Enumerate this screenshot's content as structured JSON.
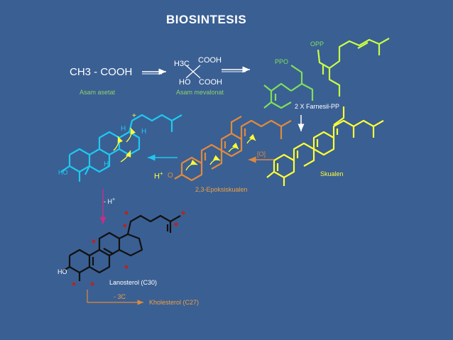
{
  "title": "BIOSINTESIS",
  "colors": {
    "background": "#3a5f93",
    "white": "#ffffff",
    "green_light": "#7fe05a",
    "green_text": "#8fd06a",
    "lime": "#c8ff45",
    "yellow": "#ffff33",
    "orange": "#e08a3c",
    "orange_text": "#f0a040",
    "cyan": "#1ec8f0",
    "black": "#111111",
    "red": "#b02828",
    "magenta": "#c0308a"
  },
  "labels": {
    "acetic_formula": "CH3 - COOH",
    "acetic_name": "Asam asetat",
    "mevalonate_name": "Asam mevalonat",
    "mev_h3c": "H3C",
    "mev_cooh_top": "COOH",
    "mev_ho": "HO",
    "mev_cooh_bottom": "COOH",
    "farnesyl": "2 X Farnesil-PP",
    "opp": "OPP",
    "ppo": "PPO",
    "squalene": "Skualen",
    "oxidation": "[O]",
    "epoxide": "2,3-Epoksiskualen",
    "epoxide_o": "O",
    "h_plus": "H",
    "h_plus_sup": "+",
    "cation_plus": "+",
    "cyan_h1": "H",
    "cyan_h2": "H",
    "cyan_h3": "H",
    "cyan_ho": "HO",
    "minus_h": "- H",
    "minus_h_sup": "+",
    "lanosterol_ho": "HO",
    "lanosterol": "Lanosterol (C30)",
    "minus_3c": "- 3C",
    "cholesterol": "Kholesterol (C27)"
  }
}
